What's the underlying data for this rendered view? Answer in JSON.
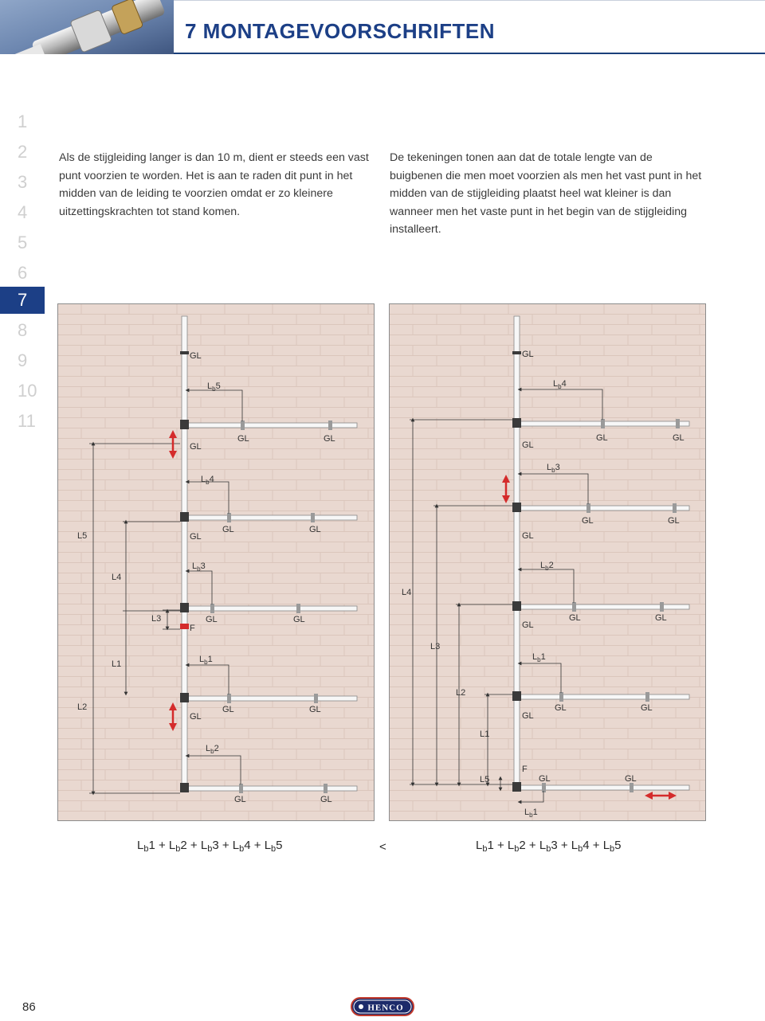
{
  "header": {
    "title": "7 MONTAGEVOORSCHRIFTEN"
  },
  "chapters": [
    "1",
    "2",
    "3",
    "4",
    "5",
    "6",
    "7",
    "8",
    "9",
    "10",
    "11"
  ],
  "active_chapter": "7",
  "paragraphs": {
    "left": "Als de stijgleiding langer is dan 10 m, dient er steeds een vast punt voorzien te worden. Het is aan te raden dit punt in het midden van de leiding te voorzien omdat er zo kleinere uitzettingskrachten tot stand komen.",
    "right": "De tekeningen tonen aan dat de totale lengte van de buigbenen die men moet voorzien als men het vast punt in het midden van de stijgleiding plaatst heel wat kleiner is dan wanneer men het vaste punt in het begin van de stijgleiding installeert."
  },
  "labels": {
    "GL": "GL",
    "F": "F",
    "L": "L",
    "b": "b",
    "n1": "1",
    "n2": "2",
    "n3": "3",
    "n4": "4",
    "n5": "5",
    "L1": "L1",
    "L2": "L2",
    "L3": "L3",
    "L4": "L4",
    "L5": "L5"
  },
  "formula": {
    "L": "L",
    "b": "b",
    "plus": " + ",
    "lt": "<",
    "n1": "1",
    "n2": "2",
    "n3": "3",
    "n4": "4",
    "n5": "5"
  },
  "footer": {
    "page_number": "86",
    "logo_text": "HENCO"
  },
  "colors": {
    "accent": "#1c3f86",
    "diagram_bg": "#e9d8d0",
    "arrow": "#d42b2b"
  }
}
